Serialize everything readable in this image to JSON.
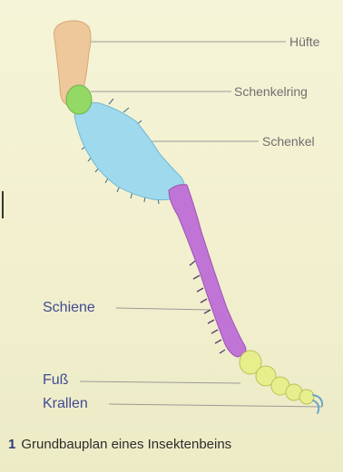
{
  "labels": {
    "huefte": "Hüfte",
    "schenkelring": "Schenkelring",
    "schenkel": "Schenkel",
    "schiene": "Schiene",
    "fuss": "Fuß",
    "krallen": "Krallen"
  },
  "caption": {
    "number": "1",
    "text": "Grundbauplan eines Insektenbeins"
  },
  "colors": {
    "huefte": "#eec79a",
    "schenkelring": "#94d866",
    "schenkel": "#9fd9ee",
    "schiene": "#c074d6",
    "fuss": "#e7ef8c",
    "krallen": "#6aa6c9",
    "label_gray": "#6f6f6f",
    "label_blue": "#3f4b94"
  }
}
